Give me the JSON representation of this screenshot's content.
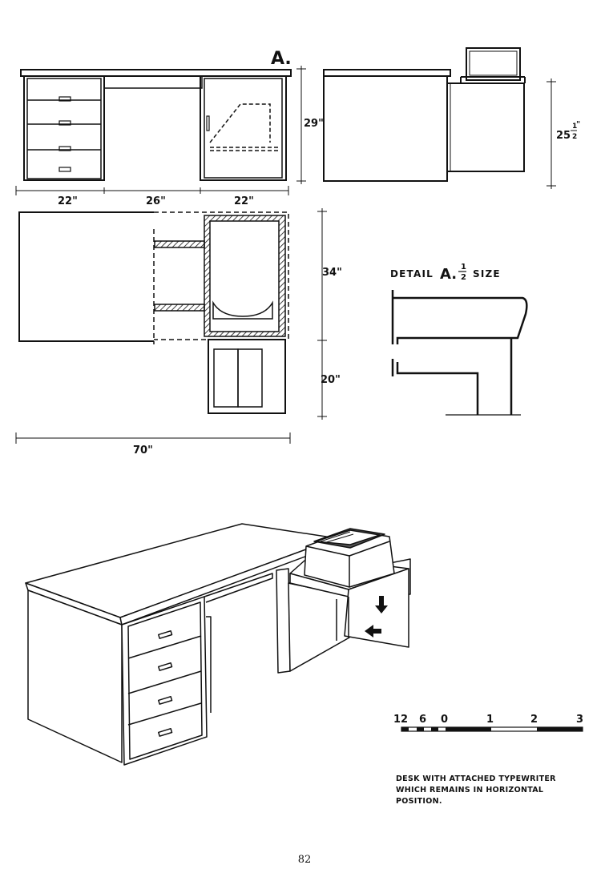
{
  "labels": {
    "detail_marker": "A.",
    "width_left": "22\"",
    "width_middle": "26\"",
    "width_right": "22\"",
    "height": "29\"",
    "side_height_whole": "25",
    "side_height_num": "1",
    "side_height_den": "2",
    "side_height_unit": "\"",
    "depth": "34\"",
    "extension": "20\"",
    "overall_width": "70\"",
    "detail_title": "DETAIL",
    "detail_letter": "A.",
    "detail_num": "1",
    "detail_den": "2",
    "detail_size": "SIZE"
  },
  "scale_bar": {
    "ticks": [
      "12",
      "6",
      "0",
      "1",
      "2",
      "3"
    ]
  },
  "caption": "DESK WITH ATTACHED TYPEWRITER WHICH REMAINS IN HORIZONTAL POSITION.",
  "page_number": "82"
}
